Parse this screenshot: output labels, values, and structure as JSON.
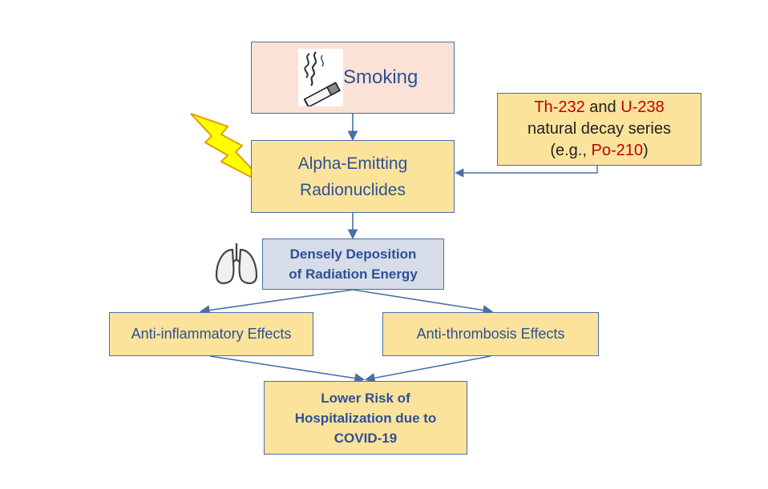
{
  "diagram": {
    "smoking": {
      "label": "Smoking",
      "icon": "cigarette-icon"
    },
    "decay": {
      "line1": [
        {
          "text": "Th-232",
          "color": "red"
        },
        {
          "text": " and ",
          "color": "dark"
        },
        {
          "text": "U-238",
          "color": "red"
        }
      ],
      "line2": "natural decay series",
      "line3": [
        {
          "text": "(e.g., ",
          "color": "dark"
        },
        {
          "text": "Po-210",
          "color": "red"
        },
        {
          "text": ")",
          "color": "dark"
        }
      ]
    },
    "alpha": {
      "line1": "Alpha-Emitting",
      "line2": "Radionuclides"
    },
    "deposition": {
      "line1": "Densely Deposition",
      "line2": "of Radiation Energy",
      "icon": "lungs-icon"
    },
    "anti_inflammatory": {
      "label": "Anti-inflammatory Effects"
    },
    "anti_thrombosis": {
      "label": "Anti-thrombosis Effects"
    },
    "risk": {
      "line1": "Lower Risk of",
      "line2": "Hospitalization due to",
      "line3": "COVID-19"
    },
    "decorations": {
      "lightning": "lightning-bolt-icon"
    }
  },
  "colors": {
    "box_fill": "#fbe39b",
    "smoking_fill": "#fbe2d6",
    "deposition_fill": "#d6dce8",
    "border": "#4a6fa5",
    "text_blue": "#2f4f96",
    "text_red": "#c00000",
    "text_dark": "#222222",
    "arrow": "#4a6fa5",
    "lightning_fill": "#ffff00",
    "lightning_stroke": "#e0a000"
  }
}
